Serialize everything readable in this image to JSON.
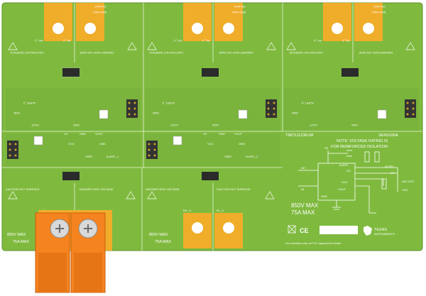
{
  "board": {
    "title": "TMCS1123EVM",
    "part": "SENS106A",
    "note_line1": "NOTE: VOLTAGE RATING IS",
    "note_line2": "FOR REINFORCED ISOLATION",
    "rating_voltage": "850V MAX",
    "rating_current": "75A MAX",
    "danger_label": "DANGER HIGH VOLTAGE",
    "caution_label": "CAUTION HOT SURFACE",
    "footer_note": "For evaluation only; not FCC approved for resale.",
    "brand_line1": "TEXAS",
    "brand_line2": "INSTRUMENTS",
    "ce_mark": "CE"
  },
  "top_modules": [
    {
      "in_left": "IN+_2",
      "in_right": "IN-_2",
      "alert": "ALERT_2"
    },
    {
      "in_left": "IN+_4",
      "in_right": "IN-_4",
      "alert": "ALERT_4"
    },
    {
      "in_left": "IN+_6",
      "in_right": "IN-_6",
      "alert": "ALERT_6"
    }
  ],
  "bottom_modules": [
    {
      "in_left": "IN+_1",
      "in_right": "IN-_1",
      "alert": "ALERT_1"
    },
    {
      "in_left": "IN+_3",
      "in_right": "IN-_3",
      "alert": "ALERT_3"
    }
  ],
  "pin_labels": {
    "gnd": "GND",
    "vout": "VOUT",
    "vs": "VS",
    "voc": "VOC",
    "vref": "VREF"
  },
  "schematic": {
    "vs": "VS",
    "in_plus": "IN+",
    "in_minus": "IN-",
    "alert": "ALERT",
    "oc": "OC",
    "voc": "VOC",
    "vout": "VOUT",
    "gnd": "GND",
    "adj_voc": "ADJ VOC",
    "vs_half": "VS/2",
    "alert_side": "ALERT",
    "oc_side": "OC"
  },
  "colors": {
    "pcb": "#7fba3f",
    "pcb_dark": "#6aa232",
    "copper": "#f0ad2a",
    "connector": "#f5831f",
    "silk": "#ffffff"
  }
}
